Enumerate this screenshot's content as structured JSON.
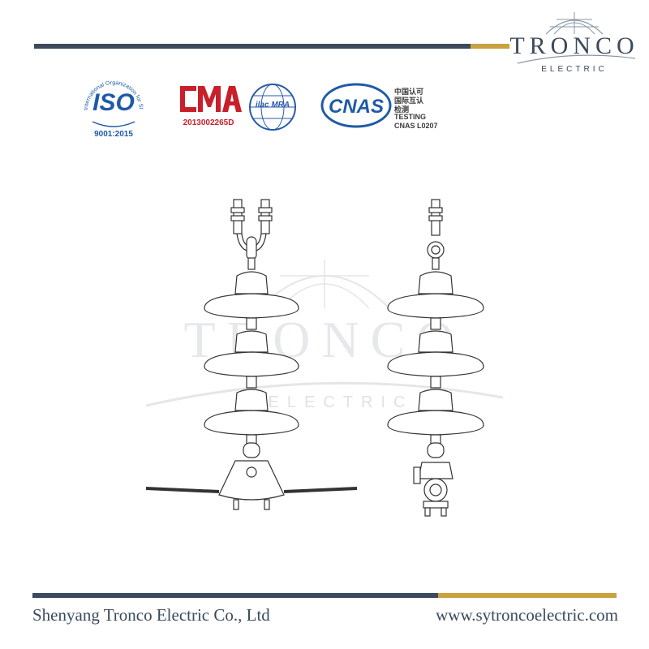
{
  "logo": {
    "brand": "TRONCO",
    "sub": "ELECTRIC"
  },
  "certifications": {
    "iso": {
      "label": "ISO",
      "ring_text": "International Organization for Standardization",
      "year": "9001:2015"
    },
    "cma": {
      "label": "CMA",
      "number": "2013002265D"
    },
    "ilac": {
      "label": "ilac MRA"
    },
    "cnas": {
      "label": "CNAS",
      "line1": "中国认可",
      "line2": "国际互认",
      "line3": "检测",
      "line4": "TESTING",
      "line5": "CNAS L0207"
    }
  },
  "watermark": {
    "brand": "TRONCO",
    "sub": "ELECTRIC"
  },
  "footer": {
    "company": "Shenyang Tronco Electric Co., Ltd",
    "url": "www.sytroncoelectric.com"
  },
  "colors": {
    "dark": "#3b4a5c",
    "gold": "#c9a13f",
    "iso_blue": "#1e5aa8",
    "cma_red": "#c8202a"
  }
}
